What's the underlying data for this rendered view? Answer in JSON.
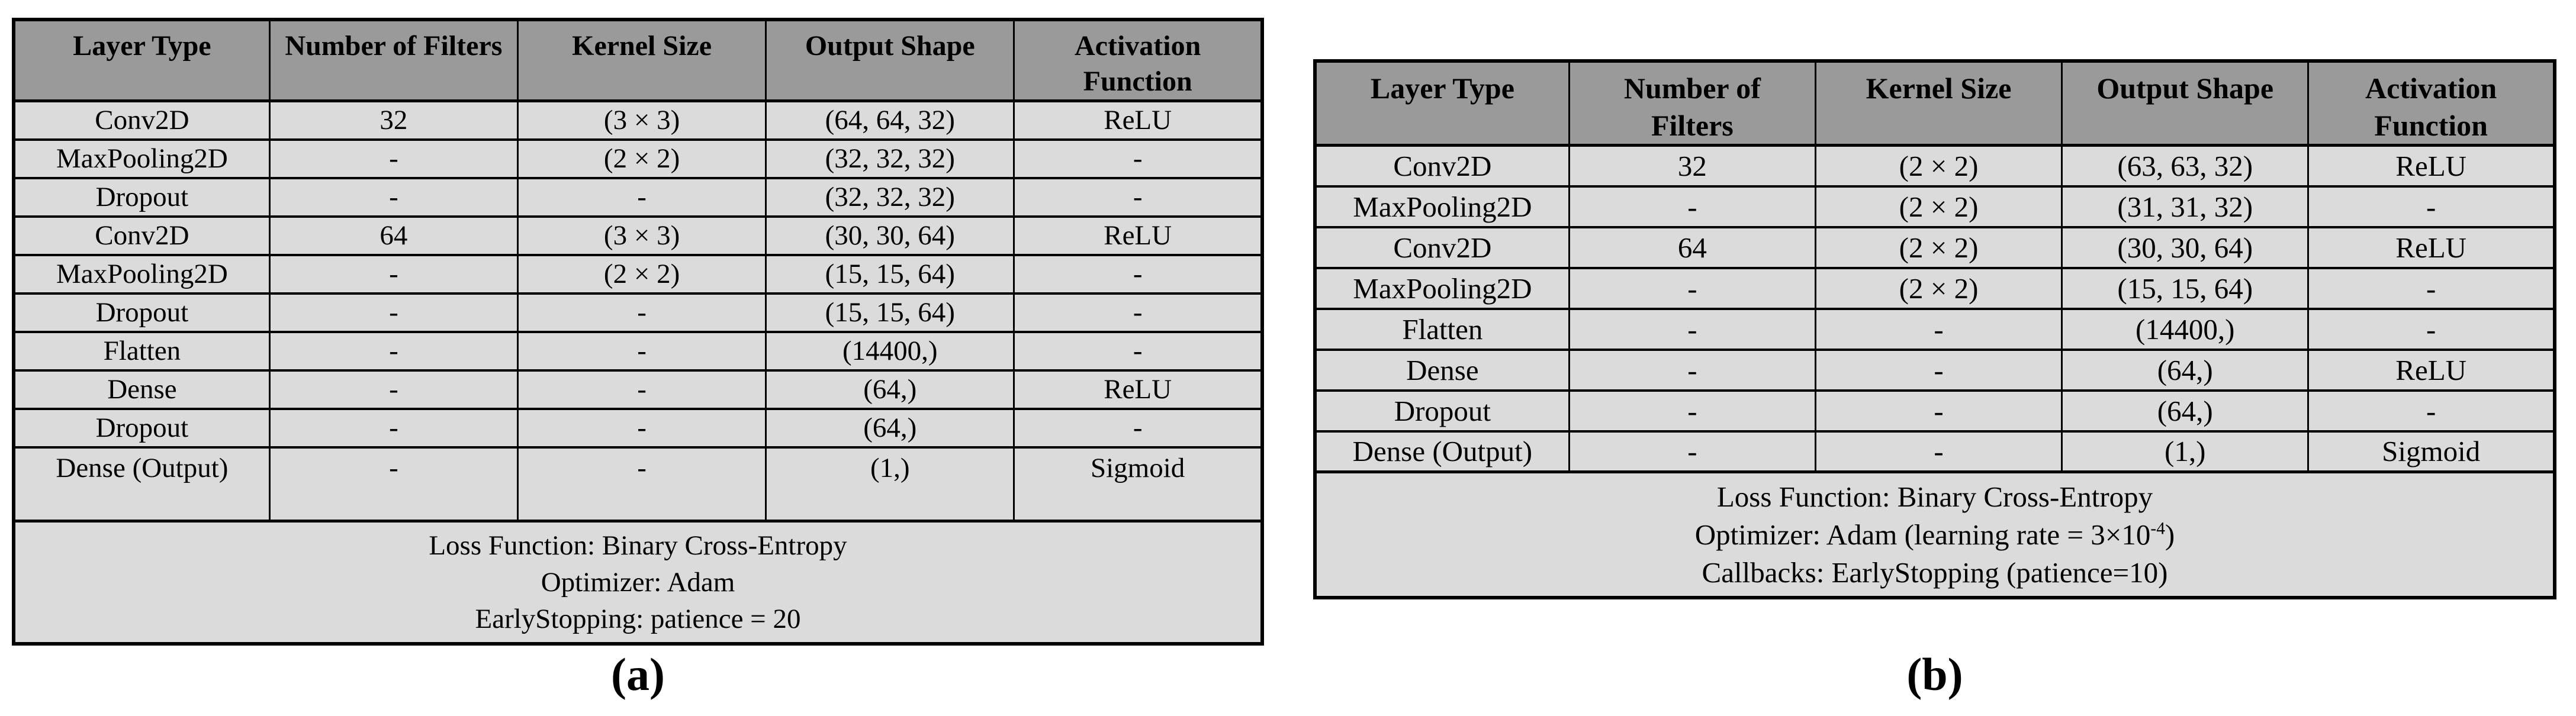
{
  "colors": {
    "page_background": "#ffffff",
    "header_bg": "#9a9a9a",
    "row_bg": "#dbdbdb",
    "border": "#000000",
    "text": "#000000"
  },
  "figure_a": {
    "caption": "(a)",
    "table": {
      "columns": [
        "Layer Type",
        "Number of Filters",
        "Kernel Size",
        "Output Shape",
        "Activation Function"
      ],
      "rows": [
        [
          "Conv2D",
          "32",
          "(3 × 3)",
          "(64, 64, 32)",
          "ReLU"
        ],
        [
          "MaxPooling2D",
          "-",
          "(2 × 2)",
          "(32, 32, 32)",
          "-"
        ],
        [
          "Dropout",
          "-",
          "-",
          "(32, 32, 32)",
          "-"
        ],
        [
          "Conv2D",
          "64",
          "(3 × 3)",
          "(30, 30, 64)",
          "ReLU"
        ],
        [
          "MaxPooling2D",
          "-",
          "(2 × 2)",
          "(15, 15, 64)",
          "-"
        ],
        [
          "Dropout",
          "-",
          "-",
          "(15, 15, 64)",
          "-"
        ],
        [
          "Flatten",
          "-",
          "-",
          "(14400,)",
          "-"
        ],
        [
          "Dense",
          "-",
          "-",
          "(64,)",
          "ReLU"
        ],
        [
          "Dropout",
          "-",
          "-",
          "(64,)",
          "-"
        ],
        [
          "Dense (Output)",
          "-",
          "-",
          "(1,)",
          "Sigmoid"
        ]
      ],
      "footer_lines": [
        "Loss Function: Binary Cross-Entropy",
        "Optimizer: Adam",
        "EarlyStopping: patience = 20"
      ]
    }
  },
  "figure_b": {
    "caption": "(b)",
    "table": {
      "columns": [
        "Layer Type",
        "Number of Filters",
        "Kernel Size",
        "Output Shape",
        "Activation Function"
      ],
      "rows": [
        [
          "Conv2D",
          "32",
          "(2 × 2)",
          "(63, 63, 32)",
          "ReLU"
        ],
        [
          "MaxPooling2D",
          "-",
          "(2 × 2)",
          "(31, 31, 32)",
          "-"
        ],
        [
          "Conv2D",
          "64",
          "(2 × 2)",
          "(30, 30, 64)",
          "ReLU"
        ],
        [
          "MaxPooling2D",
          "-",
          "(2 × 2)",
          "(15, 15, 64)",
          "-"
        ],
        [
          "Flatten",
          "-",
          "-",
          "(14400,)",
          "-"
        ],
        [
          "Dense",
          "-",
          "-",
          "(64,)",
          "ReLU"
        ],
        [
          "Dropout",
          "-",
          "-",
          "(64,)",
          "-"
        ],
        [
          "Dense (Output)",
          "-",
          "-",
          "(1,)",
          "Sigmoid"
        ]
      ],
      "footer": {
        "line1": "Loss Function: Binary Cross-Entropy",
        "line2_pre": "Optimizer: Adam (learning rate = 3×10",
        "line2_sup": "-4",
        "line2_post": ")",
        "line3": "Callbacks: EarlyStopping (patience=10)"
      }
    }
  }
}
